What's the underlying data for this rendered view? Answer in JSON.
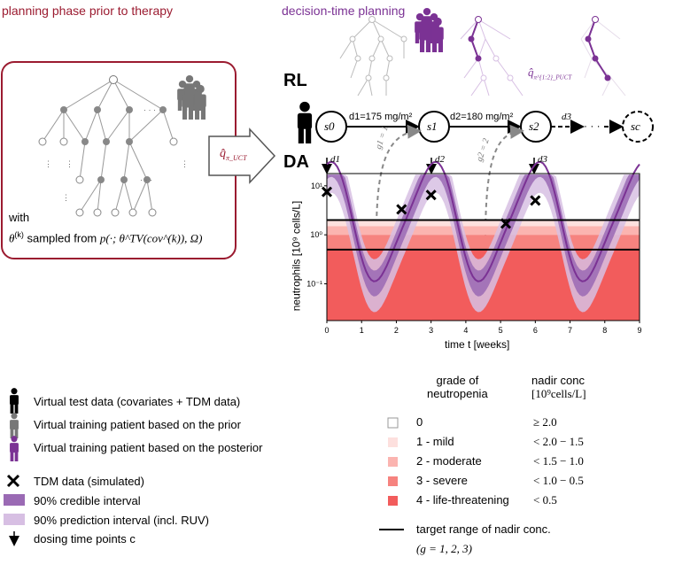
{
  "headers": {
    "left": "planning phase prior to therapy",
    "right": "decision-time planning"
  },
  "left_panel": {
    "with": "with",
    "theta_prefix": "θ",
    "theta_sup": "(k)",
    "sampled_text": " sampled from ",
    "formula": "p(·; θ^TV(cov^(k)), Ω)"
  },
  "arrow_label": "q̂",
  "arrow_label_sub": "π_UCT",
  "q_label": "q̂",
  "q_label_sub": "π^{1:2}_PUCT",
  "rl_label": "RL",
  "da_label": "DA",
  "states": [
    "s0",
    "s1",
    "s2",
    "sc"
  ],
  "doses": [
    "d1=175 mg/m²",
    "d2=180 mg/m²",
    "d3"
  ],
  "dots": "· · ·",
  "da_markers": [
    "d1",
    "d2",
    "d3"
  ],
  "g_labels": [
    "g1 = 1",
    "g2 = 2"
  ],
  "colors": {
    "prior_red": "#9b1b30",
    "posterior_purple": "#7b3294",
    "credible": "#9a6ab4",
    "prediction": "#d7bfe3",
    "grade1": "#fde0de",
    "grade2": "#fbb4b0",
    "grade3": "#f6837f",
    "grade4": "#f25c5c"
  },
  "chart_data": {
    "type": "line",
    "xlabel": "time t [weeks]",
    "ylabel": "neutrophils [10⁹ cells/L]",
    "x_ticks": [
      "0",
      "1",
      "2",
      "3",
      "4",
      "5",
      "6",
      "7",
      "8",
      "9"
    ],
    "y_ticks": [
      "10¹",
      "10⁰",
      "10⁻¹"
    ],
    "xlim": [
      0,
      9
    ],
    "ylim_log10": [
      -1.75,
      1.25
    ],
    "y_scale": "log",
    "tdm": [
      [
        0,
        7.5
      ],
      [
        2.15,
        3.3
      ],
      [
        3.0,
        6.5
      ],
      [
        5.15,
        1.7
      ],
      [
        6.0,
        5.0
      ]
    ],
    "target_lines": [
      2.0,
      0.5
    ],
    "dosing_times": [
      0,
      3,
      6
    ]
  },
  "legend_left": [
    {
      "icon": "black-person-icon",
      "label": "Virtual test data (covariates + TDM data)"
    },
    {
      "icon": "gray-person-icon",
      "label": "Virtual training patient based on the prior"
    },
    {
      "icon": "purple-person-icon",
      "label": "Virtual training patient based on the posterior"
    },
    {
      "icon": "cross-icon",
      "label": "TDM data (simulated)"
    },
    {
      "icon": "credible-swatch",
      "label": "90% credible interval"
    },
    {
      "icon": "prediction-swatch",
      "label": "90% prediction interval (incl. RUV)"
    },
    {
      "icon": "down-arrow-icon",
      "label": "dosing time points c"
    }
  ],
  "legend_right": {
    "col1_header": [
      "grade of",
      "neutropenia"
    ],
    "col2_header": [
      "nadir conc",
      "[10⁹cells/L]"
    ],
    "rows": [
      {
        "grade": "0",
        "conc": "≥ 2.0"
      },
      {
        "grade": "1 - mild",
        "conc": "< 2.0 − 1.5"
      },
      {
        "grade": "2 - moderate",
        "conc": "< 1.5 − 1.0"
      },
      {
        "grade": "3 - severe",
        "conc": "< 1.0 − 0.5"
      },
      {
        "grade": "4 - life-threatening",
        "conc": "< 0.5"
      }
    ],
    "target_label": "target range of nadir conc.",
    "target_sub": "(g = 1, 2, 3)"
  }
}
